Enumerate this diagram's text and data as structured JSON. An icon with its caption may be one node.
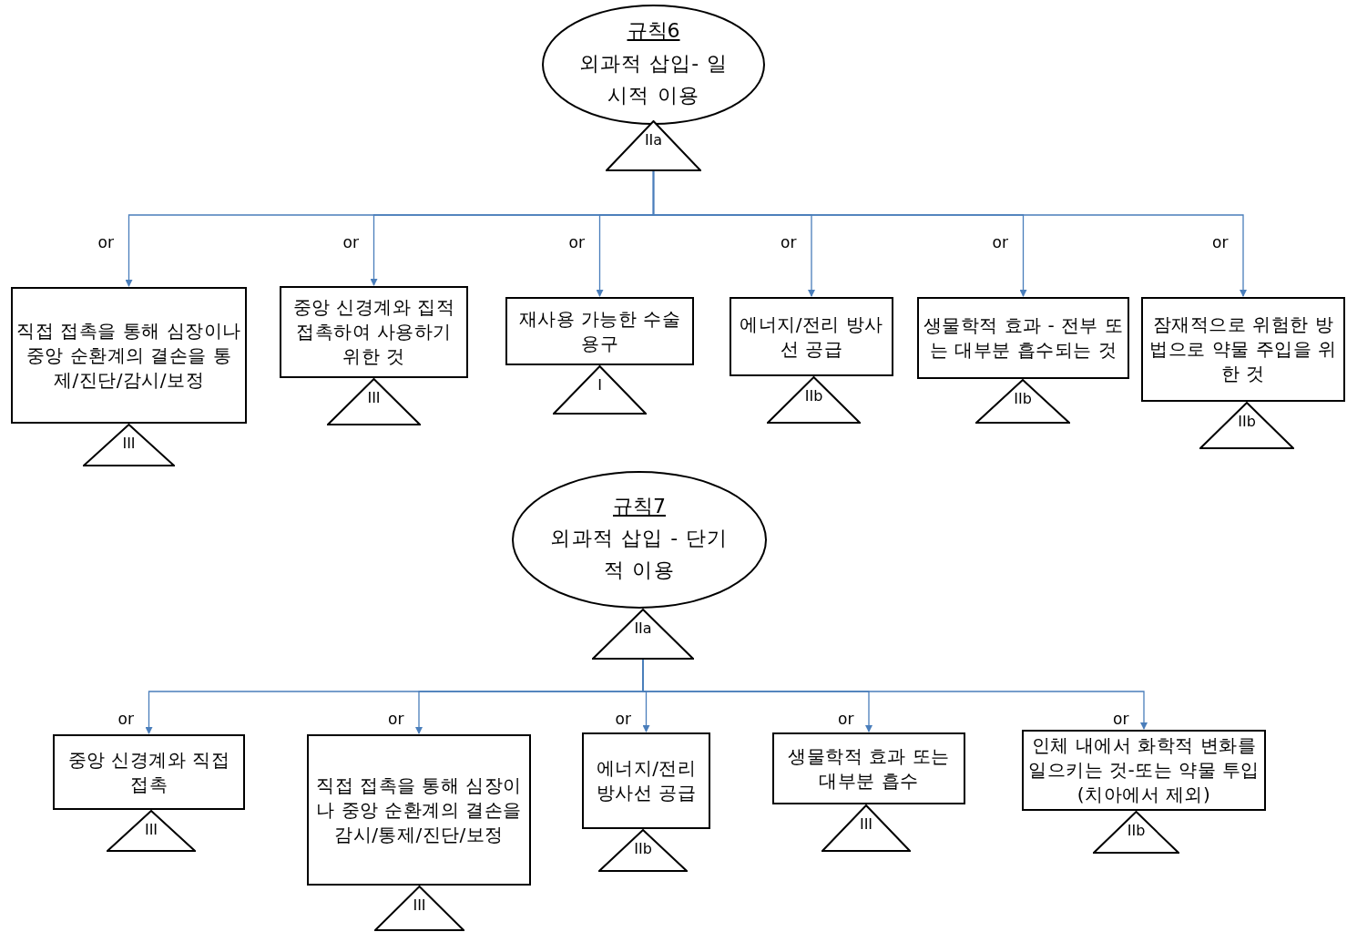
{
  "diagram": {
    "nodes": [
      {
        "text": [
          "규칙6",
          "외과적 삽입- 일시적 이용"
        ]
      },
      {
        "text": [
          "IIa"
        ]
      },
      {
        "text": [
          "직접 접촉을 통해 심장이나 중앙 순환계의 결손을 통제/진단/감시/보정"
        ]
      },
      {
        "text": [
          "III"
        ]
      },
      {
        "text": [
          "중앙 신경계와 집적 접촉하여 사용하기 위한 것"
        ]
      },
      {
        "text": [
          "III"
        ]
      },
      {
        "text": [
          "재사용 가능한 수술용구"
        ]
      },
      {
        "text": [
          "I"
        ]
      },
      {
        "text": [
          "에너지/전리 방사선 공급"
        ]
      },
      {
        "text": [
          "IIb"
        ]
      },
      {
        "text": [
          "생물학적 효과 - 전부 또는 대부분 흡수되는 것"
        ]
      },
      {
        "text": [
          "IIb"
        ]
      },
      {
        "text": [
          "잠재적으로 위험한 방법으로 약물 주입을 위한 것"
        ]
      },
      {
        "text": [
          "IIb"
        ]
      },
      {
        "text": [
          "규칙7",
          "외과적 삽입 - 단기적 이용"
        ]
      },
      {
        "text": [
          "IIa"
        ]
      },
      {
        "text": [
          "중앙 신경계와 직접 접촉"
        ]
      },
      {
        "text": [
          "III"
        ]
      },
      {
        "text": [
          "직접 접촉을 통해 심장이나 중앙 순환계의 결손을 감시/통제/진단/보정"
        ]
      },
      {
        "text": [
          "III"
        ]
      },
      {
        "text": [
          "에너지/전리 방사선 공급"
        ]
      },
      {
        "text": [
          "IIb"
        ]
      },
      {
        "text": [
          "생물학적 효과 또는 대부분 흡수"
        ]
      },
      {
        "text": [
          "III"
        ]
      },
      {
        "text": [
          "인체 내에서 화학적 변화를 일으키는 것-또는 약물 투입(치아에서 제외)"
        ]
      },
      {
        "text": [
          "IIb"
        ]
      }
    ],
    "edges": [
      {
        "from": 1,
        "to": 2,
        "arrow": "to",
        "label": "or"
      },
      {
        "from": 1,
        "to": 4,
        "arrow": "to",
        "label": "or"
      },
      {
        "from": 1,
        "to": 6,
        "arrow": "to",
        "label": "or"
      },
      {
        "from": 1,
        "to": 8,
        "arrow": "to",
        "label": "or"
      },
      {
        "from": 1,
        "to": 10,
        "arrow": "to",
        "label": "or"
      },
      {
        "from": 1,
        "to": 12,
        "arrow": "to",
        "label": "or"
      },
      {
        "from": 15,
        "to": 16,
        "arrow": "to",
        "label": "or"
      },
      {
        "from": 15,
        "to": 18,
        "arrow": "to",
        "label": "or"
      },
      {
        "from": 15,
        "to": 20,
        "arrow": "to",
        "label": "or"
      },
      {
        "from": 15,
        "to": 22,
        "arrow": "to",
        "label": "or"
      },
      {
        "from": 15,
        "to": 24,
        "arrow": "to",
        "label": "or"
      }
    ]
  }
}
